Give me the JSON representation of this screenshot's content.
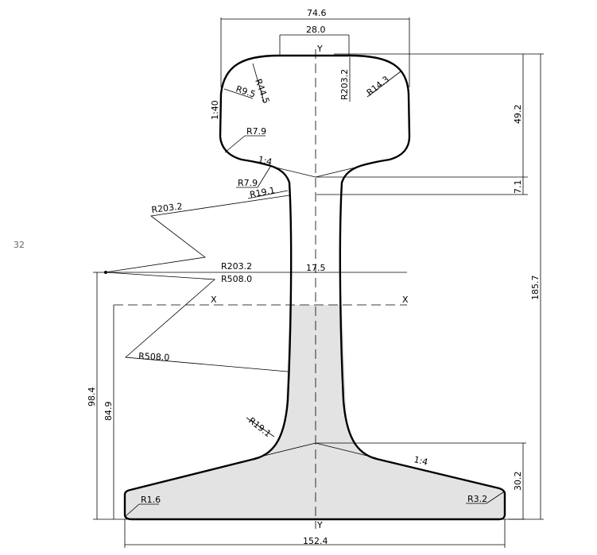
{
  "page_number": "32",
  "dimensions": {
    "head_width": "74.6",
    "head_top_width": "28.0",
    "head_height": "49.2",
    "fishing_height": "7.1",
    "total_height": "185.7",
    "web_thickness": "17.5",
    "neutral_axis_height_a": "98.4",
    "neutral_axis_height_b": "84.9",
    "base_height": "30.2",
    "base_width": "152.4"
  },
  "radii": {
    "r9_5": "R9.5",
    "r44_5": "R44.5",
    "r203_2_head": "R203.2",
    "r14_3": "R14.3",
    "r7_9_upper": "R7.9",
    "r7_9_lower": "R7.9",
    "r19_1_upper": "R19.1",
    "r203_2_web_upper": "R203.2",
    "r203_2_web_lower": "R203.2",
    "r508_0_upper": "R508.0",
    "r508_0_lower": "R508.0",
    "r19_1_lower": "R19.1",
    "r1_6": "R1.6",
    "r3_2": "R3.2"
  },
  "slopes": {
    "head_side": "1:40",
    "head_under": "1:4",
    "base_top": "1:4"
  },
  "axes": {
    "y_top": "Y",
    "y_bottom": "Y",
    "x_left": "X",
    "x_right": "X"
  }
}
